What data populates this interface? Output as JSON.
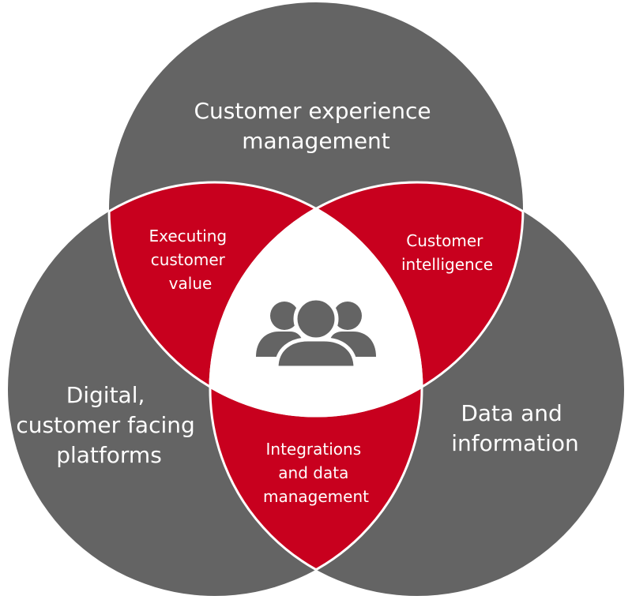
{
  "diagram": {
    "circles": {
      "top": {
        "line1": "Customer experience",
        "line2": "management"
      },
      "left": {
        "line1": "Digital,",
        "line2": "customer facing",
        "line3": "platforms"
      },
      "right": {
        "line1": "Data and",
        "line2": "information"
      }
    },
    "overlaps": {
      "top_left": {
        "line1": "Executing",
        "line2": "customer",
        "line3": "value"
      },
      "top_right": {
        "line1": "Customer",
        "line2": "intelligence"
      },
      "bottom": {
        "line1": "Integrations",
        "line2": "and data",
        "line3": "management"
      }
    },
    "center": {
      "icon": "users-group-icon"
    },
    "colors": {
      "circle": "#646464",
      "overlap": "#c8001e",
      "center": "#ffffff",
      "icon": "#646464",
      "outline": "#ffffff"
    }
  }
}
